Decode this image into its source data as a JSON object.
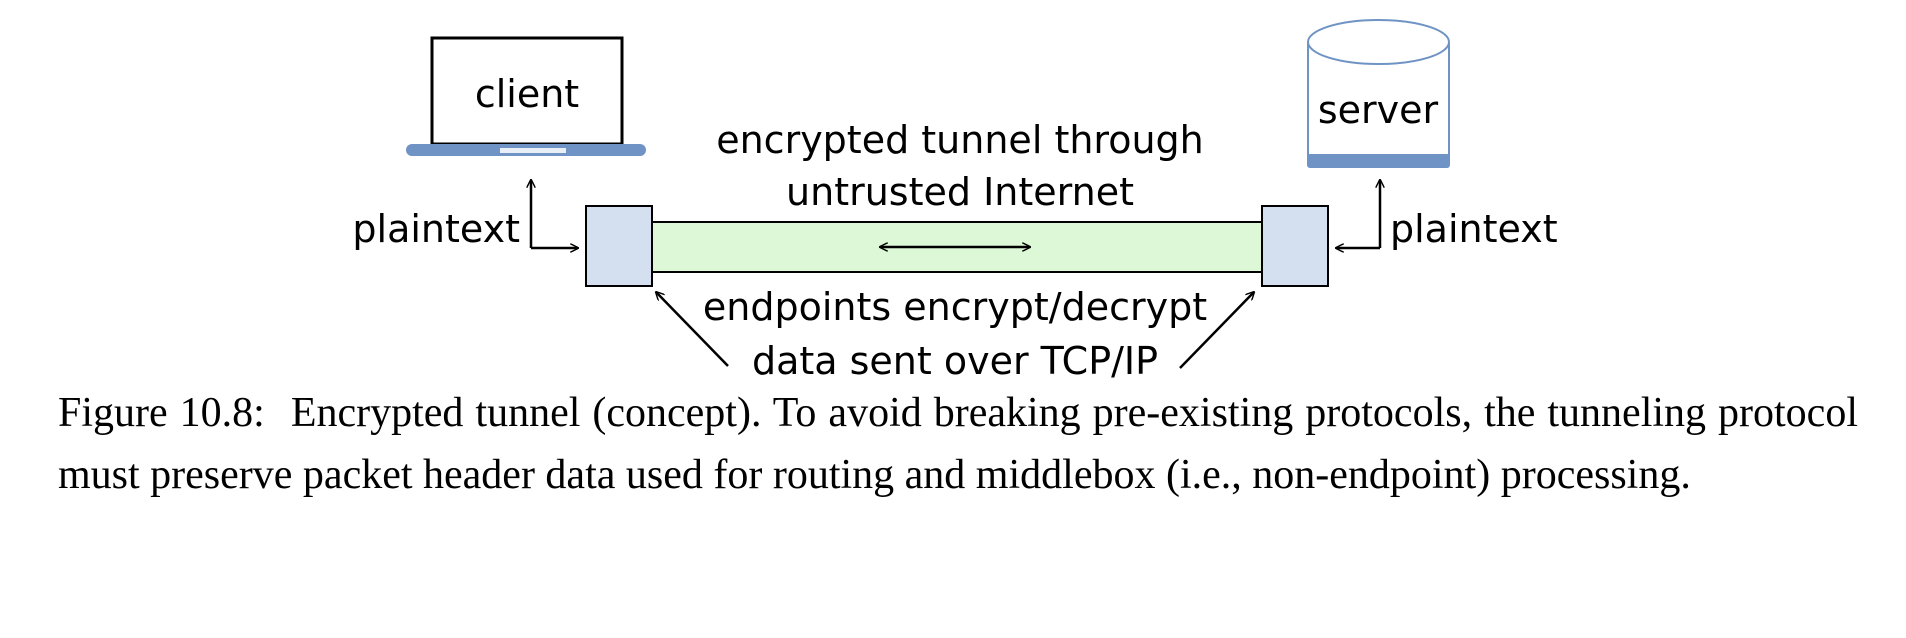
{
  "diagram": {
    "client_label": "client",
    "server_label": "server",
    "tunnel_label_line1": "encrypted tunnel through",
    "tunnel_label_line2": "untrusted Internet",
    "plaintext_left": "plaintext",
    "plaintext_right": "plaintext",
    "endpoints_line1": "endpoints encrypt/decrypt",
    "endpoints_line2": "data sent over TCP/IP"
  },
  "caption": {
    "label": "Figure 10.8:",
    "text": "Encrypted tunnel (concept). To avoid breaking pre-existing protocols, the tunneling protocol must preserve packet header data used for routing and middlebox (i.e., non-endpoint) processing."
  },
  "colors": {
    "laptop_base": "#6f93c4",
    "endpoint_fill": "#d4dff0",
    "tunnel_fill": "#dcf8d6",
    "server_base": "#6f93c4",
    "server_stroke": "#6f93c4"
  }
}
